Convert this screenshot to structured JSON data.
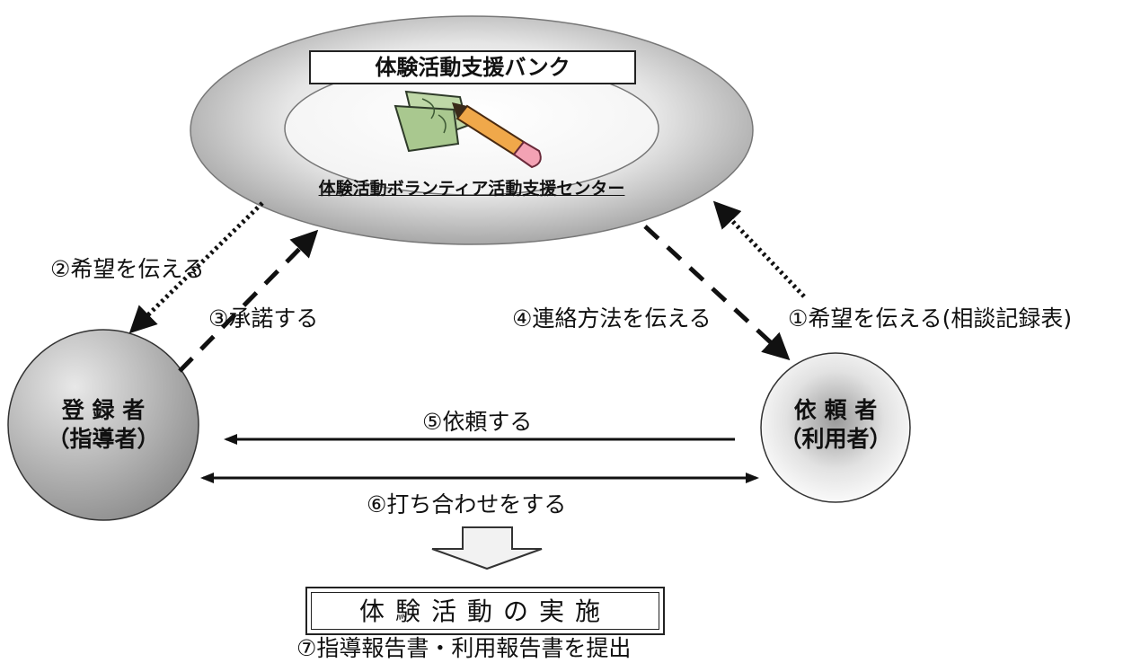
{
  "bank": {
    "title": "体験活動支援バンク",
    "center_label": "体験活動ボランティア活動支援センター"
  },
  "nodes": {
    "registrant": {
      "line1": "登 録 者",
      "line2": "（指導者）"
    },
    "requester": {
      "line1": "依 頼 者",
      "line2": "（利用者）"
    }
  },
  "steps": {
    "s1": "①希望を伝える(相談記録表)",
    "s2": "②希望を伝える",
    "s3": "③承諾する",
    "s4": "④連絡方法を伝える",
    "s5": "⑤依頼する",
    "s6": "⑥打ち合わせをする",
    "s7": "⑦指導報告書・利用報告書を提出"
  },
  "implementation": {
    "label": "体験活動の実施"
  },
  "icons": {
    "center_illustration": "document-and-pencil-icon"
  }
}
